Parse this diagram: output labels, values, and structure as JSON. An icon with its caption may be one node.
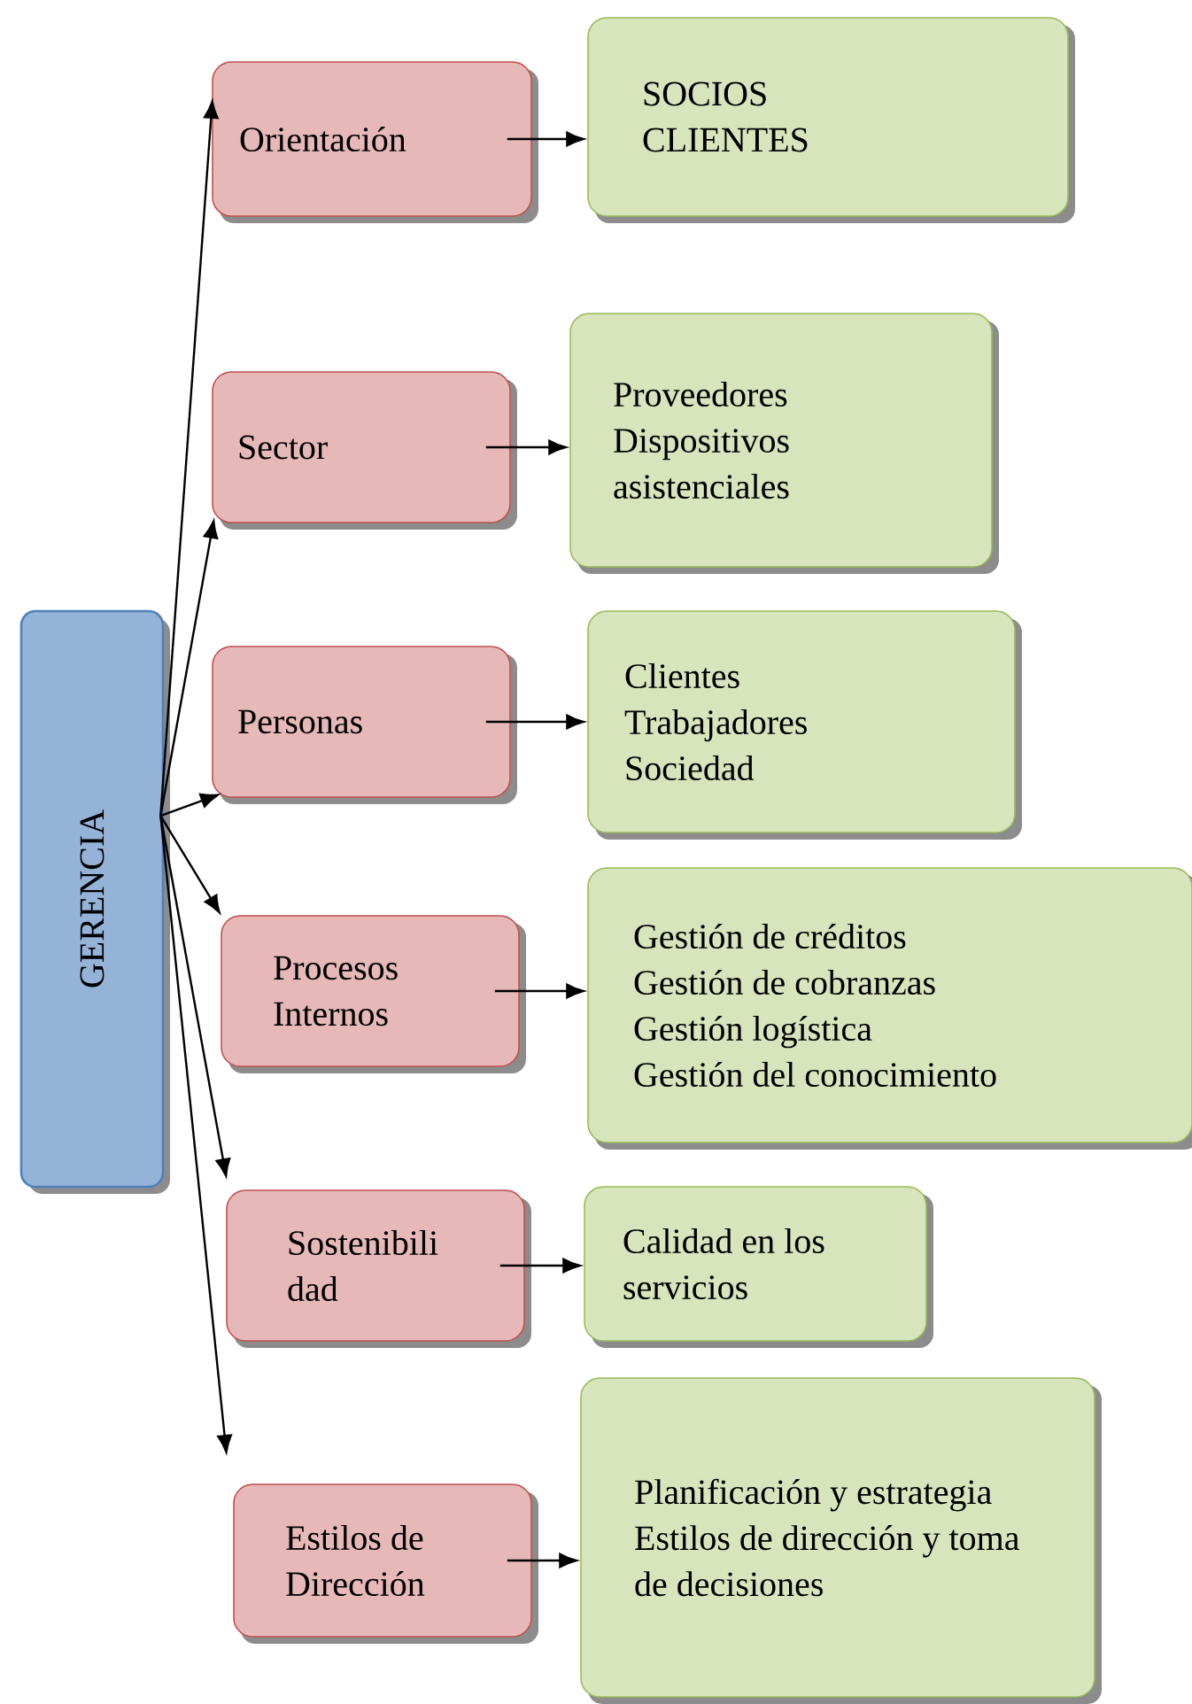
{
  "diagram": {
    "nodes": [
      {
        "text": [
          "GERENCIA"
        ]
      },
      {
        "text": [
          "Orientación"
        ]
      },
      {
        "text": [
          "Sector"
        ]
      },
      {
        "text": [
          "Personas"
        ]
      },
      {
        "text": [
          "Procesos Internos"
        ]
      },
      {
        "text": [
          "Sostenibili dad"
        ]
      },
      {
        "text": [
          "Estilos de Dirección"
        ]
      },
      {
        "text": [
          "SOCIOS",
          "CLIENTES"
        ]
      },
      {
        "text": [
          "Proveedores",
          "Dispositivos asistenciales"
        ]
      },
      {
        "text": [
          "Clientes",
          "Trabajadores",
          "Sociedad"
        ]
      },
      {
        "text": [
          "Gestión de créditos",
          "Gestión de cobranzas",
          "Gestión  logística",
          "Gestión del conocimiento"
        ]
      },
      {
        "text": [
          "Calidad en los servicios"
        ]
      },
      {
        "text": [
          "Planificación y estrategia",
          "Estilos de dirección y toma de decisiones"
        ]
      }
    ],
    "edges": [
      {
        "from": 0,
        "to": 1,
        "arrow": "to"
      },
      {
        "from": 0,
        "to": 2,
        "arrow": "to"
      },
      {
        "from": 0,
        "to": 3,
        "arrow": "to"
      },
      {
        "from": 0,
        "to": 4,
        "arrow": "to"
      },
      {
        "from": 0,
        "to": 5,
        "arrow": "to"
      },
      {
        "from": 0,
        "to": 6,
        "arrow": "to"
      },
      {
        "from": 1,
        "to": 7,
        "arrow": "to"
      },
      {
        "from": 2,
        "to": 8,
        "arrow": "to"
      },
      {
        "from": 3,
        "to": 9,
        "arrow": "to"
      },
      {
        "from": 4,
        "to": 10,
        "arrow": "to"
      },
      {
        "from": 5,
        "to": 11,
        "arrow": "to"
      },
      {
        "from": 6,
        "to": 12,
        "arrow": "to"
      }
    ]
  }
}
